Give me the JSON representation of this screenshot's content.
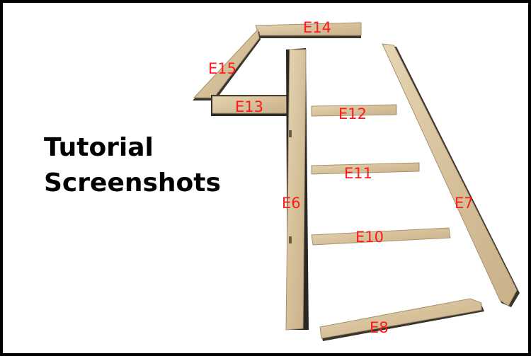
{
  "caption": {
    "line1": "Tutorial",
    "line2": "Screenshots"
  },
  "parts": {
    "e14": "E14",
    "e15": "E15",
    "e13": "E13",
    "e12": "E12",
    "e11": "E11",
    "e10": "E10",
    "e6": "E6",
    "e7": "E7",
    "e8": "E8"
  },
  "colors": {
    "wood": "#d8c4a0",
    "wood_edge": "#a8916c",
    "shadow": "#2a2622",
    "label": "#ff1a1a"
  }
}
